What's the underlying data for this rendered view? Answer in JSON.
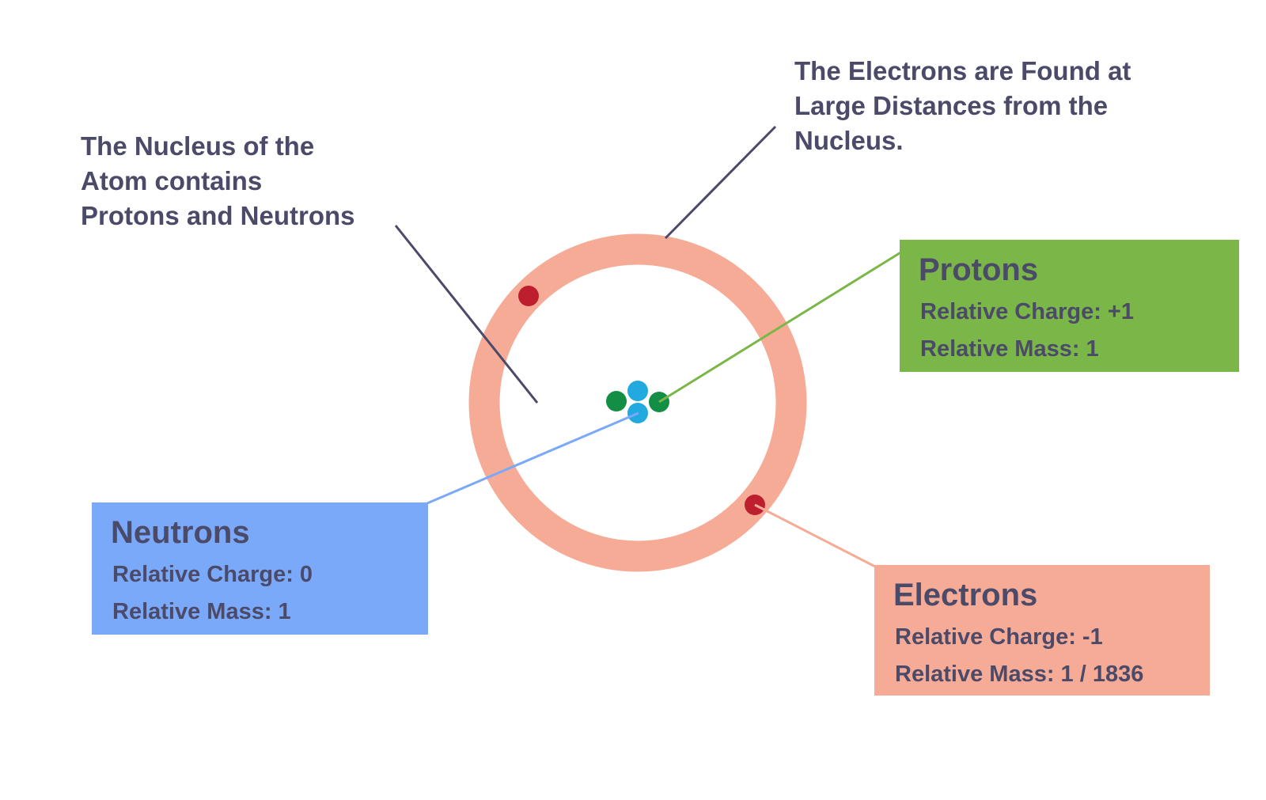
{
  "annotations": {
    "nucleus": [
      "The Nucleus of the",
      "Atom contains",
      "Protons and Neutrons"
    ],
    "electrons": [
      "The Electrons are Found at",
      "Large Distances from the",
      "Nucleus."
    ]
  },
  "boxes": {
    "protons": {
      "title": "Protons",
      "charge": "Relative Charge: +1",
      "mass": "Relative Mass: 1",
      "color": "#7ab648"
    },
    "neutrons": {
      "title": "Neutrons",
      "charge": "Relative Charge: 0",
      "mass": "Relative Mass: 1",
      "color": "#7aa9fa"
    },
    "electrons": {
      "title": "Electrons",
      "charge": "Relative Charge: -1",
      "mass": "Relative Mass: 1 / 1836",
      "color": "#f6ab96"
    }
  },
  "colors": {
    "shell": "#f6ab96",
    "proton": "#128f45",
    "neutron": "#22a9df",
    "electron": "#bd1f2f",
    "text": "#4b4a69"
  }
}
